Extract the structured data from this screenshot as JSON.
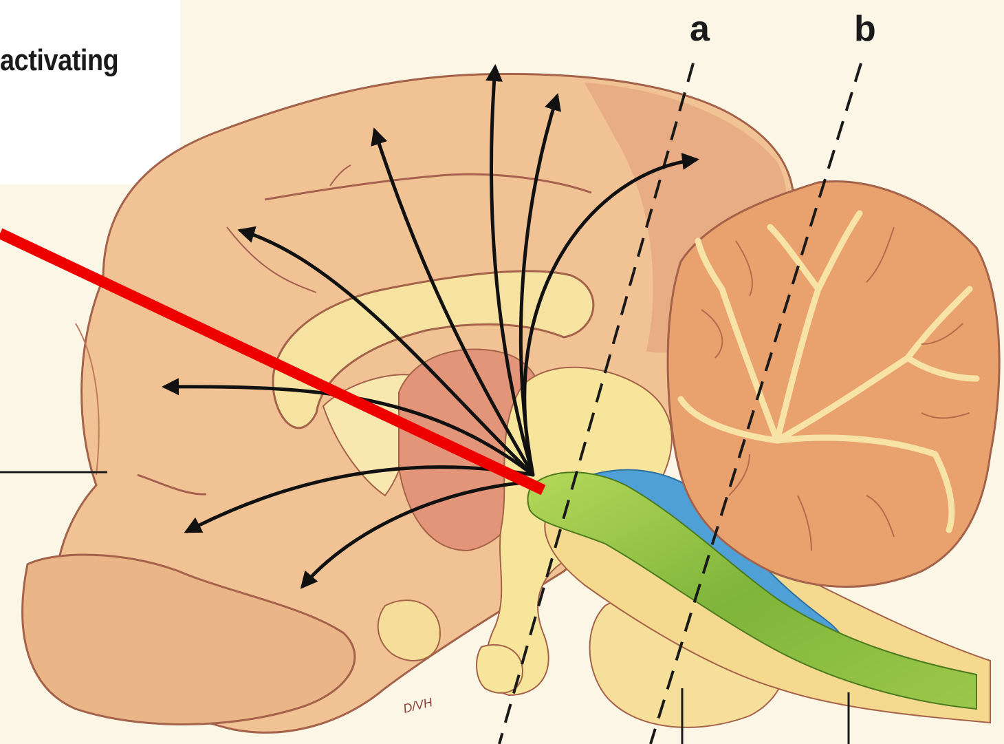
{
  "figure": {
    "title_fragment": "activating",
    "section_labels": [
      "a",
      "b"
    ],
    "artist_signature": "D/VH",
    "colors": {
      "background": "#fbf6e6",
      "cerebrum": "#f1c394",
      "cerebrum_dark": "#e3a079",
      "cerebellum": "#e9a26d",
      "white_matter": "#f7e7a4",
      "midbrain_nuclei": "#f8e59c",
      "thalamus": "#e3957a",
      "reticular_formation": "#8fc23f",
      "ventricle_canal": "#4ea0d6",
      "pointer_line": "#ee0000",
      "projection_arrows": "#111111"
    },
    "icons": [
      "projection-arrow",
      "section-cut-line",
      "red-pointer-line",
      "leader-line"
    ]
  }
}
